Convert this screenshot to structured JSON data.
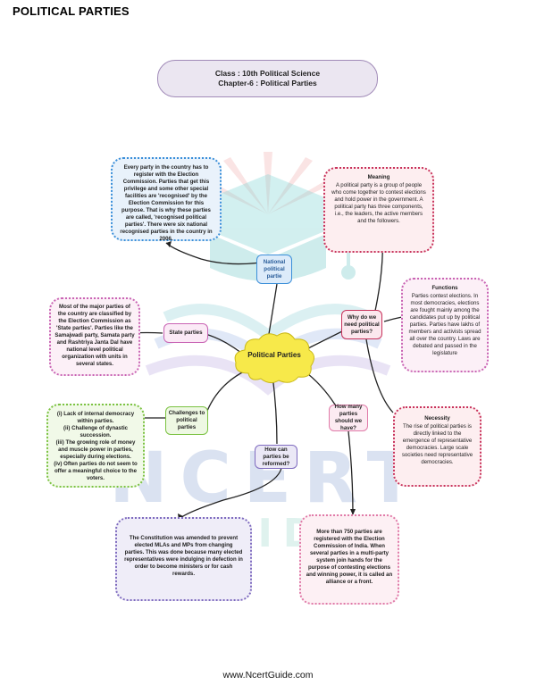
{
  "page_title": "POLITICAL PARTIES",
  "header": {
    "line1": "Class : 10th Political Science",
    "line2": "Chapter-6 : Political Parties"
  },
  "watermark": {
    "line1": "NCERT",
    "line2": "GUIDE"
  },
  "center": "Political Parties",
  "nodes": {
    "national": "National political partie",
    "state": "State parties",
    "challenges": "Challenges to political parties",
    "reformed": "How can parties be reformed?",
    "how_many": "How many parties should we have?",
    "why_need": "Why do we need political parties?"
  },
  "boxes": {
    "national_text": "Every party in the country has to register with the Election Commission. Parties that get this privilege and some other special facilities are 'recognised' by the Election Commission for this purpose. That is why these parties are called, 'recognised political parties'. There were six national recognised parties in the country in 2006.",
    "meaning_title": "Meaning",
    "meaning_text": "A political party is a group of people who come together to contest elections and hold power in the government. A political party has three components, i.e., the leaders, the active members and the followers.",
    "state_text": "Most of the major parties of the country are classified by the Election Commission as 'State parties'. Parties like the Samajwadi party, Samata party and Rashtriya Janta Dal have national level political organization with units in several states.",
    "functions_title": "Functions",
    "functions_text": "Parties contest elections. In most democracies, elections are fought mainly among the candidates put up by political parties. Parties have lakhs of members and activists spread all over the country. Laws are debated and passed in the legislature",
    "challenges_1": "(i) Lack of internal democracy within parties.",
    "challenges_2": "(ii) Challenge of dynastic succession.",
    "challenges_3": "(iii) The growing role of money and muscle power in parties, especially during elections.",
    "challenges_4": "(iv) Often parties do not seem to offer a meaningful choice to the voters.",
    "necessity_title": "Necessity",
    "necessity_text": "The rise of political parties is directly linked to the emergence of representative democracies. Large scale societies need representative democracies.",
    "reform_text": "The Constitution was amended to prevent elected MLAs and MPs from changing parties. This was done because many elected representatives were indulging in defection in order to become ministers or for cash rewards.",
    "how_many_text": "More than 750 parties are registered with the Election Commission of India. When several parties in a multi-party system join hands for the purpose of contesting elections and winning power, it is called an alliance or a front."
  },
  "footer": "www.NcertGuide.com",
  "colors": {
    "blue": "#3b8fd9",
    "red": "#c8325b",
    "pink": "#c964b4",
    "green": "#7bc241",
    "purple": "#7f6bbf",
    "cloud": "#f7e94a"
  }
}
